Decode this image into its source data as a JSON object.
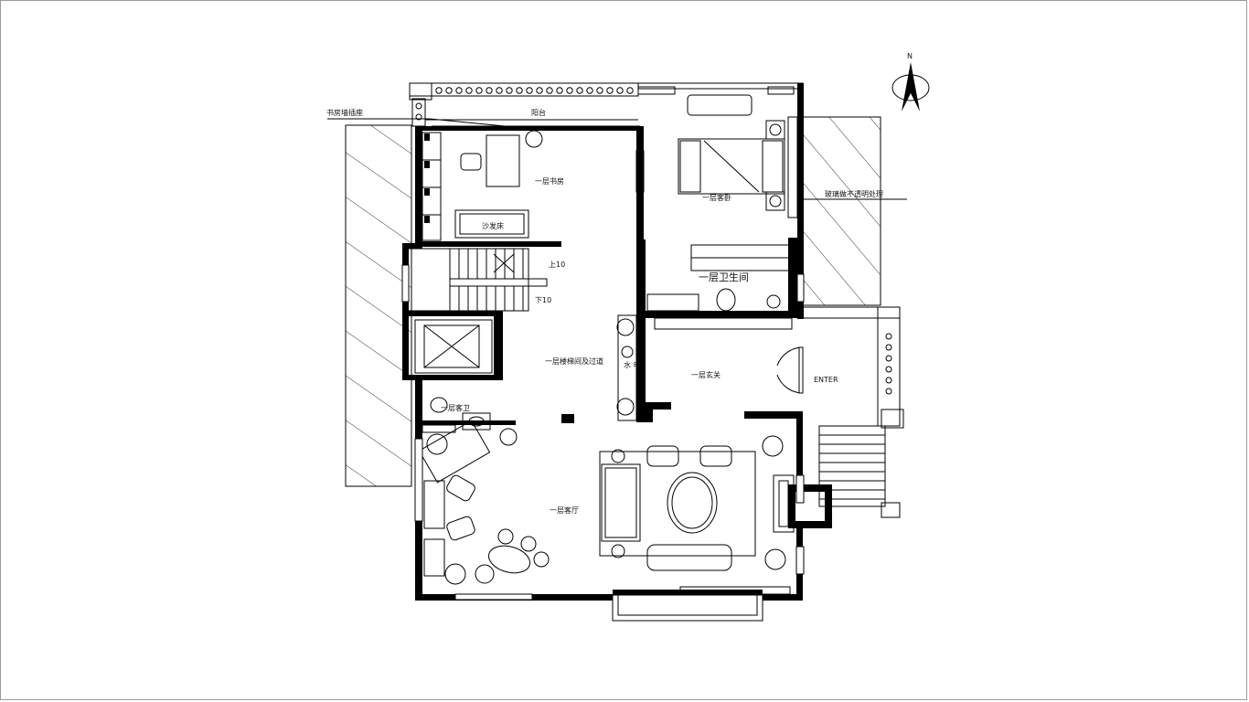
{
  "plan": {
    "north_label": "N",
    "labels": {
      "study_socket": "书房墙插座",
      "balcony": "阳台",
      "study": "一层书房",
      "sofa_bed": "沙发床",
      "guest_bedroom": "一层客卧",
      "glass_note": "玻璃做不透明处理",
      "up_stairs": "上10",
      "down_stairs": "下10",
      "bathroom": "一层卫生间",
      "stair_corridor": "一层楼梯间及过道",
      "water_meter": "水\n电",
      "foyer": "一层玄关",
      "enter": "ENTER",
      "guest_wc": "一层客卫",
      "living_room": "一层客厅"
    }
  }
}
